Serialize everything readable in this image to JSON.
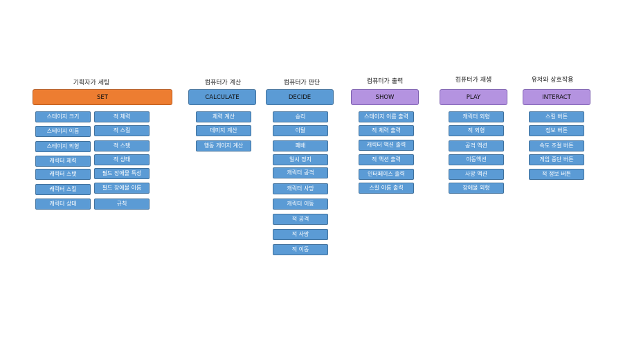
{
  "columns": {
    "set": {
      "caption": "기획자가 세팅",
      "header": "SET",
      "items_left": [
        "스테이지 크기",
        "스테이지 이름",
        "스테이지 외형",
        "캐릭터 체력",
        "캐릭터 스탯",
        "캐릭터 스킬",
        "캐릭터 상태"
      ],
      "items_right": [
        "적 체력",
        "적 스킬",
        "적 스탯",
        "적 상태",
        "필드 장애물 특성",
        "필드 장애물 이름",
        "규칙"
      ]
    },
    "calculate": {
      "caption": "컴퓨터가 계산",
      "header": "CALCULATE",
      "items": [
        "체력 계산",
        "데미지 계산",
        "행동 게이지 계산"
      ]
    },
    "decide": {
      "caption": "컴퓨터가 판단",
      "header": "DECIDE",
      "items": [
        "승리",
        "이탈",
        "패배",
        "일시 정지",
        "캐릭터 공격",
        "캐릭터 사망",
        "캐릭터 이동",
        "적 공격",
        "적 사망",
        "적 이동"
      ]
    },
    "show": {
      "caption": "컴퓨터가 출력",
      "header": "SHOW",
      "items": [
        "스테이지 이름 출력",
        "적 체력 출력",
        "캐릭터 액션 출력",
        "적 액션 출력",
        "인터페이스 출력",
        "스킬 이름 출력"
      ]
    },
    "play": {
      "caption": "컴퓨터가 재생",
      "header": "PLAY",
      "items": [
        "캐릭터 외형",
        "적 외형",
        "공격 액션",
        "이동액션",
        "사망 액션",
        "장애물 외형"
      ]
    },
    "interact": {
      "caption": "유저와 상호작용",
      "header": "INTERACT",
      "items": [
        "스킬 버튼",
        "정보 버튼",
        "속도 조절 버튼",
        "게임 중단 버튼",
        "적 정보 버튼"
      ]
    }
  },
  "colors": {
    "set_header": "#ed7d31",
    "calc_decide_header": "#5b9bd5",
    "show_play_interact_header": "#b493e0",
    "item": "#5b9bd5"
  }
}
